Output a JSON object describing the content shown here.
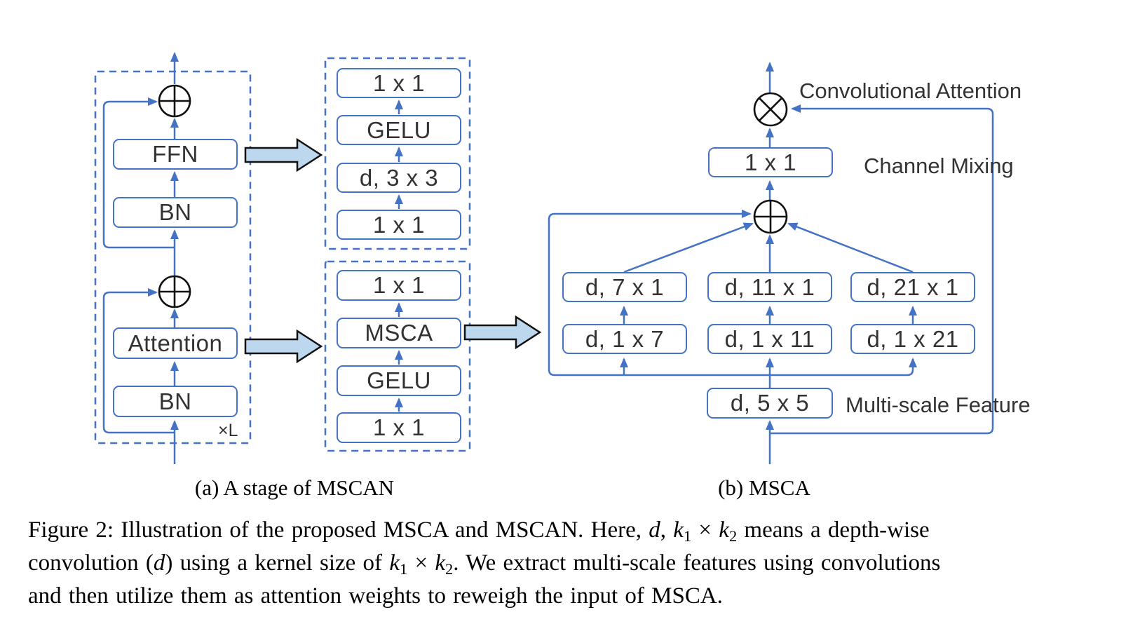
{
  "diagram_a": {
    "caption": "(a) A stage of MSCAN",
    "repeat_label": "×L",
    "blocks": {
      "ffn": "FFN",
      "bn_top": "BN",
      "attention": "Attention",
      "bn_bottom": "BN"
    },
    "ffn_detail_blocks": [
      "1 x 1",
      "GELU",
      "d, 3 x 3",
      "1 x 1"
    ],
    "attention_detail_blocks": [
      "1 x 1",
      "MSCA",
      "GELU",
      "1 x 1"
    ]
  },
  "diagram_b": {
    "caption": "(b) MSCA",
    "labels": {
      "convolutional_attention": "Convolutional Attention",
      "channel_mixing": "Channel Mixing",
      "multi_scale_feature": "Multi-scale Feature"
    },
    "channel_mixing_block": "1 x 1",
    "stem_block": "d, 5 x 5",
    "branches": [
      {
        "top": "d, 7 x 1",
        "bottom": "d, 1 x 7"
      },
      {
        "top": "d, 11 x 1",
        "bottom": "d, 1 x 11"
      },
      {
        "top": "d, 21 x 1",
        "bottom": "d, 1 x 21"
      }
    ]
  },
  "figure_caption": {
    "lines": [
      [
        {
          "t": "Figure 2: Illustration of the proposed MSCA and MSCAN. Here, "
        },
        {
          "t": "d",
          "i": 1
        },
        {
          "t": ", "
        },
        {
          "t": "k",
          "i": 1
        },
        {
          "t": "1",
          "sub": 1
        },
        {
          "t": " × "
        },
        {
          "t": "k",
          "i": 1
        },
        {
          "t": "2",
          "sub": 1
        },
        {
          "t": " means a depth-wise"
        }
      ],
      [
        {
          "t": "convolution ("
        },
        {
          "t": "d",
          "i": 1
        },
        {
          "t": ") using a kernel size of "
        },
        {
          "t": "k",
          "i": 1
        },
        {
          "t": "1",
          "sub": 1
        },
        {
          "t": " × "
        },
        {
          "t": "k",
          "i": 1
        },
        {
          "t": "2",
          "sub": 1
        },
        {
          "t": ". We extract multi-scale features using convolutions"
        }
      ],
      [
        {
          "t": "and then utilize them as attention weights to reweigh the input of MSCA."
        }
      ]
    ]
  },
  "colors": {
    "line_blue": "#4472C4",
    "block_arrow_fill": "#BDD7EE",
    "outline_black": "#111111",
    "text_dark": "#333333"
  }
}
